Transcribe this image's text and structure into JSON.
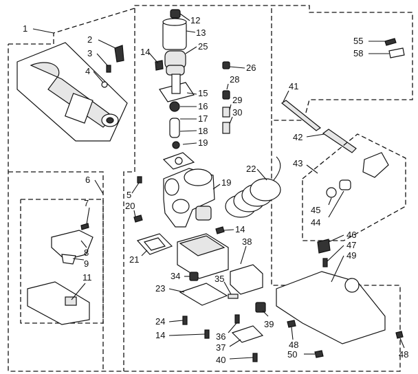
{
  "diagram": {
    "callouts": [
      {
        "id": "c1",
        "text": "1"
      },
      {
        "id": "c2",
        "text": "2"
      },
      {
        "id": "c3",
        "text": "3"
      },
      {
        "id": "c4",
        "text": "4"
      },
      {
        "id": "c5",
        "text": "5"
      },
      {
        "id": "c6",
        "text": "6"
      },
      {
        "id": "c7",
        "text": "7"
      },
      {
        "id": "c8",
        "text": "8"
      },
      {
        "id": "c9",
        "text": "9"
      },
      {
        "id": "c11",
        "text": "11"
      },
      {
        "id": "c12",
        "text": "12"
      },
      {
        "id": "c13",
        "text": "13"
      },
      {
        "id": "c14a",
        "text": "14"
      },
      {
        "id": "c14b",
        "text": "14"
      },
      {
        "id": "c14c",
        "text": "14"
      },
      {
        "id": "c15",
        "text": "15"
      },
      {
        "id": "c16",
        "text": "16"
      },
      {
        "id": "c17",
        "text": "17"
      },
      {
        "id": "c18",
        "text": "18"
      },
      {
        "id": "c19a",
        "text": "19"
      },
      {
        "id": "c19b",
        "text": "19"
      },
      {
        "id": "c20",
        "text": "20"
      },
      {
        "id": "c21",
        "text": "21"
      },
      {
        "id": "c22",
        "text": "22"
      },
      {
        "id": "c23",
        "text": "23"
      },
      {
        "id": "c24",
        "text": "24"
      },
      {
        "id": "c25",
        "text": "25"
      },
      {
        "id": "c26",
        "text": "26"
      },
      {
        "id": "c28",
        "text": "28"
      },
      {
        "id": "c29",
        "text": "29"
      },
      {
        "id": "c30",
        "text": "30"
      },
      {
        "id": "c34",
        "text": "34"
      },
      {
        "id": "c35",
        "text": "35"
      },
      {
        "id": "c36",
        "text": "36"
      },
      {
        "id": "c37",
        "text": "37"
      },
      {
        "id": "c38",
        "text": "38"
      },
      {
        "id": "c39",
        "text": "39"
      },
      {
        "id": "c40",
        "text": "40"
      },
      {
        "id": "c41",
        "text": "41"
      },
      {
        "id": "c42",
        "text": "42"
      },
      {
        "id": "c43",
        "text": "43"
      },
      {
        "id": "c44",
        "text": "44"
      },
      {
        "id": "c45",
        "text": "45"
      },
      {
        "id": "c46",
        "text": "46"
      },
      {
        "id": "c47",
        "text": "47"
      },
      {
        "id": "c48a",
        "text": "48"
      },
      {
        "id": "c48b",
        "text": "48"
      },
      {
        "id": "c49",
        "text": "49"
      },
      {
        "id": "c50",
        "text": "50"
      },
      {
        "id": "c55",
        "text": "55"
      },
      {
        "id": "c58",
        "text": "58"
      }
    ]
  }
}
